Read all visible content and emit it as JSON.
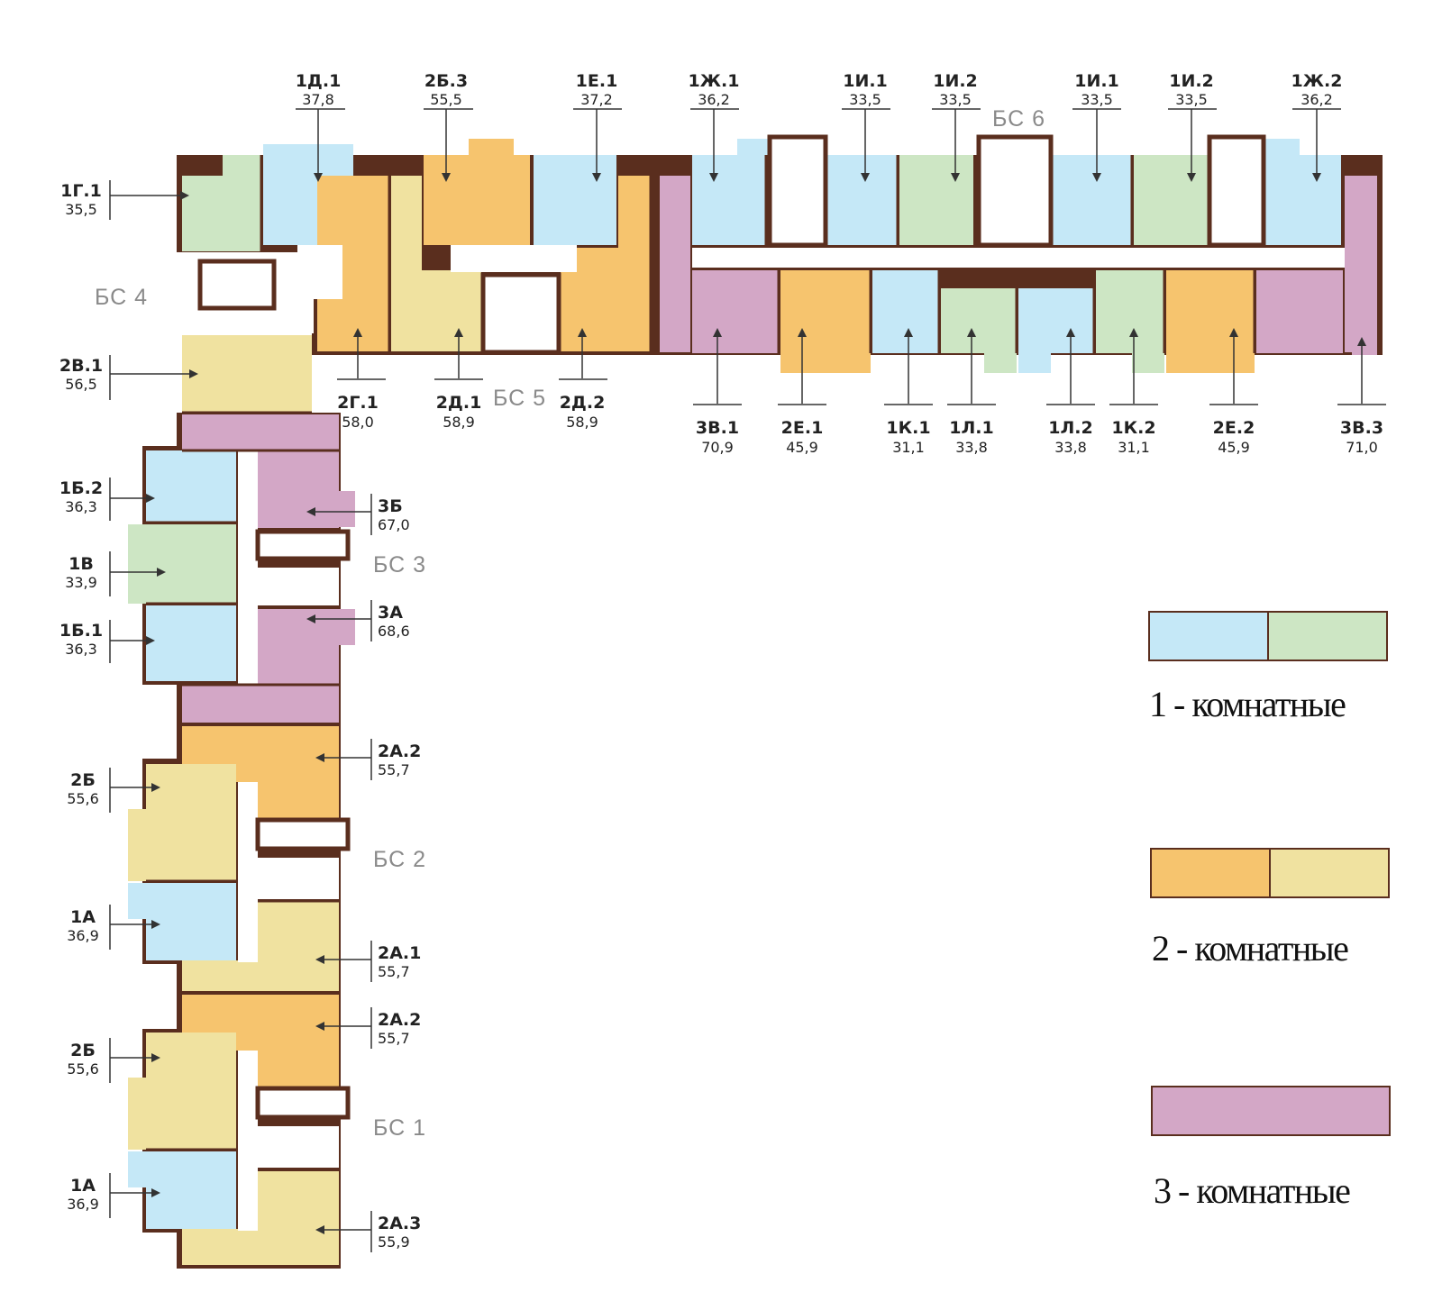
{
  "sections": {
    "bs1": "БС 1",
    "bs2": "БС 2",
    "bs3": "БС 3",
    "bs4": "БС 4",
    "bs5": "БС 5",
    "bs6": "БС 6"
  },
  "units": {
    "u1d1": {
      "code": "1Д.1",
      "area": "37,8"
    },
    "u2b3": {
      "code": "2Б.3",
      "area": "55,5"
    },
    "u1e1": {
      "code": "1Е.1",
      "area": "37,2"
    },
    "u1zh1": {
      "code": "1Ж.1",
      "area": "36,2"
    },
    "u1i1a": {
      "code": "1И.1",
      "area": "33,5"
    },
    "u1i2a": {
      "code": "1И.2",
      "area": "33,5"
    },
    "u1i1b": {
      "code": "1И.1",
      "area": "33,5"
    },
    "u1i2b": {
      "code": "1И.2",
      "area": "33,5"
    },
    "u1zh2": {
      "code": "1Ж.2",
      "area": "36,2"
    },
    "u1g1": {
      "code": "1Г.1",
      "area": "35,5"
    },
    "u2v1": {
      "code": "2В.1",
      "area": "56,5"
    },
    "u2g1": {
      "code": "2Г.1",
      "area": "58,0"
    },
    "u2d1": {
      "code": "2Д.1",
      "area": "58,9"
    },
    "u2d2": {
      "code": "2Д.2",
      "area": "58,9"
    },
    "u3v1": {
      "code": "3В.1",
      "area": "70,9"
    },
    "u2e1": {
      "code": "2Е.1",
      "area": "45,9"
    },
    "u1k1": {
      "code": "1К.1",
      "area": "31,1"
    },
    "u1l1": {
      "code": "1Л.1",
      "area": "33,8"
    },
    "u1l2": {
      "code": "1Л.2",
      "area": "33,8"
    },
    "u1k2": {
      "code": "1К.2",
      "area": "31,1"
    },
    "u2e2": {
      "code": "2Е.2",
      "area": "45,9"
    },
    "u3v3": {
      "code": "3В.3",
      "area": "71,0"
    },
    "u1b2": {
      "code": "1Б.2",
      "area": "36,3"
    },
    "u1v": {
      "code": "1В",
      "area": "33,9"
    },
    "u1b1": {
      "code": "1Б.1",
      "area": "36,3"
    },
    "u3b": {
      "code": "3Б",
      "area": "67,0"
    },
    "u3a": {
      "code": "3А",
      "area": "68,6"
    },
    "u2a2a": {
      "code": "2А.2",
      "area": "55,7"
    },
    "u2b_a": {
      "code": "2Б",
      "area": "55,6"
    },
    "u1a_a": {
      "code": "1А",
      "area": "36,9"
    },
    "u2a1": {
      "code": "2А.1",
      "area": "55,7"
    },
    "u2a2b": {
      "code": "2А.2",
      "area": "55,7"
    },
    "u2b_b": {
      "code": "2Б",
      "area": "55,6"
    },
    "u1a_b": {
      "code": "1А",
      "area": "36,9"
    },
    "u2a3": {
      "code": "2А.3",
      "area": "55,9"
    }
  },
  "legend": [
    {
      "label": "1 - комнатные",
      "colors": [
        "#c5e8f7",
        "#cde6c4"
      ]
    },
    {
      "label": "2 - комнатные",
      "colors": [
        "#f6c46e",
        "#f0e2a0"
      ]
    },
    {
      "label": "3 - комнатные",
      "colors": [
        "#d3a7c6"
      ]
    }
  ],
  "colors": {
    "one_room_blue": "#c5e8f7",
    "one_room_green": "#cde6c4",
    "two_room_orange": "#f6c46e",
    "two_room_yellow": "#f0e2a0",
    "three_room_purple": "#d3a7c6",
    "wall": "#5a2e1e"
  }
}
